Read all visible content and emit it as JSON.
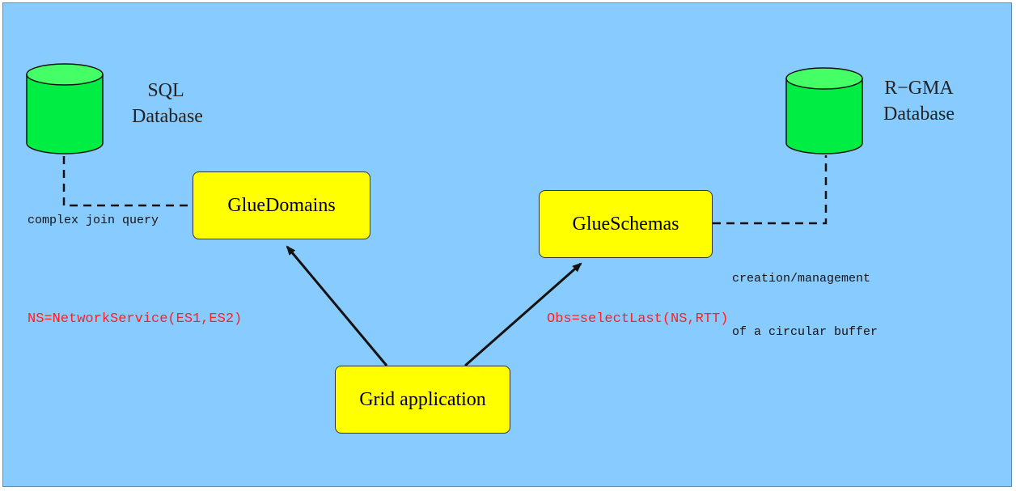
{
  "databases": {
    "sql": {
      "line1": "SQL",
      "line2": "Database"
    },
    "rgma": {
      "line1": "R−GMA",
      "line2": "Database"
    }
  },
  "components": {
    "glue_domains": "GlueDomains",
    "glue_schemas": "GlueSchemas",
    "grid_application": "Grid application"
  },
  "annotations": {
    "complex_join_query": "complex join query",
    "circular_buffer_line1": "creation/management",
    "circular_buffer_line2": "of a circular buffer",
    "ns_call": "NS=NetworkService(ES1,ES2)",
    "obs_call": "Obs=selectLast(NS,RTT)"
  },
  "colors": {
    "background": "#88ccff",
    "database_fill": "#00ee44",
    "component_fill": "#ffff00",
    "call_text": "#ff2020"
  }
}
